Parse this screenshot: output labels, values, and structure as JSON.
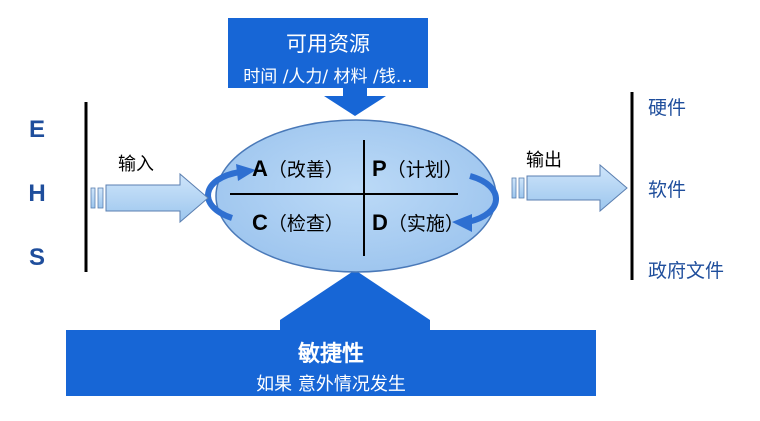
{
  "ehs": [
    "E",
    "H",
    "S"
  ],
  "resources": {
    "title": "可用资源",
    "subtitle": "时间 /人力/ 材料 /钱…"
  },
  "input_label": "输入",
  "output_label": "输出",
  "pdca": {
    "a": {
      "letter": "A",
      "text": "（改善）"
    },
    "p": {
      "letter": "P",
      "text": "（计划）"
    },
    "c": {
      "letter": "C",
      "text": "（检查）"
    },
    "d": {
      "letter": "D",
      "text": "（实施）"
    }
  },
  "outputs": [
    "硬件",
    "软件",
    "政府文件"
  ],
  "agility": {
    "title": "敏捷性",
    "subtitle": "如果 意外情况发生"
  },
  "colors": {
    "blue_box": "#1766d6",
    "ellipse_fill": "#a9cdf2",
    "arrow_fill": "#b8d8f5",
    "dark_blue_text": "#1f4e9c",
    "cycle_arrow": "#2e6fd1"
  }
}
